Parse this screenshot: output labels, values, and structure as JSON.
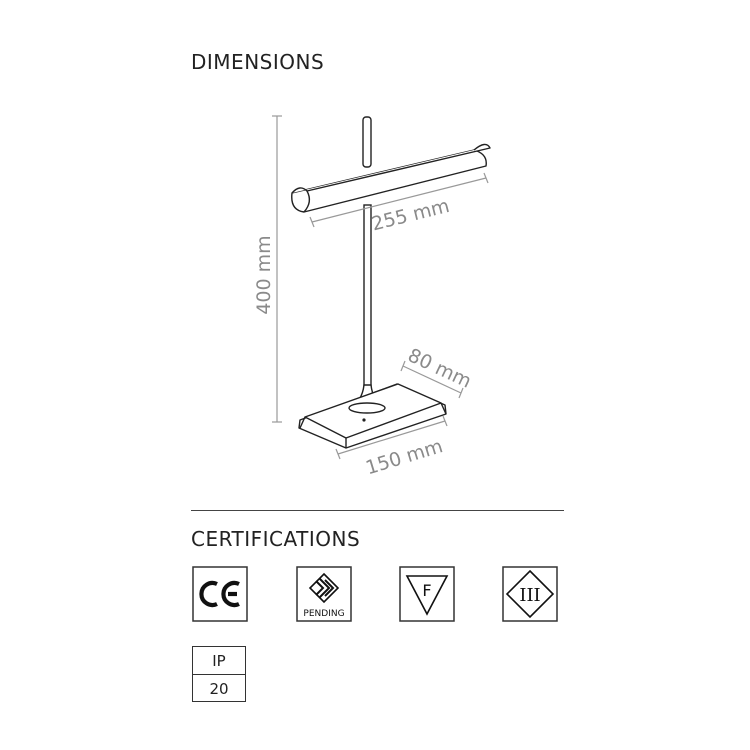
{
  "sections": {
    "dimensions_title": "DIMENSIONS",
    "certifications_title": "CERTIFICATIONS"
  },
  "dimensions": {
    "height": "400 mm",
    "shade_width": "255 mm",
    "base_depth": "80 mm",
    "base_width": "150 mm"
  },
  "certifications": {
    "ce": "CE",
    "enec_note": "PENDING",
    "f_mark": "F",
    "class": "III",
    "ip_label": "IP",
    "ip_value": "20"
  }
}
